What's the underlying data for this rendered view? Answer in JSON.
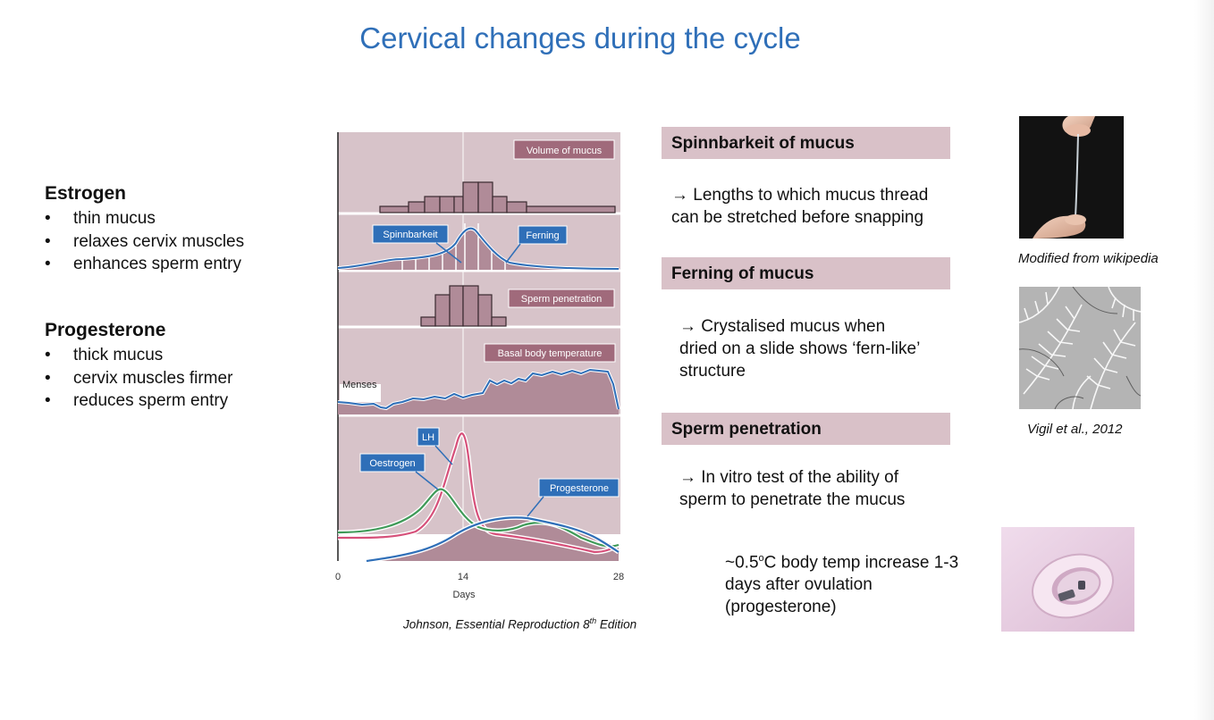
{
  "slide": {
    "title": "Cervical changes during the cycle"
  },
  "estrogen": {
    "heading": "Estrogen",
    "items": [
      "thin mucus",
      "relaxes cervix muscles",
      "enhances sperm entry"
    ]
  },
  "progesterone": {
    "heading": "Progesterone",
    "items": [
      "thick mucus",
      "cervix muscles firmer",
      "reduces sperm entry"
    ]
  },
  "figure": {
    "labels": {
      "volume": "Volume of mucus",
      "spinnbarkeit": "Spinnbarkeit",
      "ferning": "Ferning",
      "sperm": "Sperm penetration",
      "bbt": "Basal body temperature",
      "menses": "Menses",
      "lh": "LH",
      "oestrogen": "Oestrogen",
      "progesterone": "Progesterone"
    },
    "ticks": [
      "0",
      "14",
      "28"
    ],
    "xlabel": "Days",
    "caption_pre": "Johnson, Essential Reproduction 8",
    "caption_sup": "th",
    "caption_post": " Edition"
  },
  "sections": {
    "spinn": {
      "heading": "Spinnbarkeit of mucus",
      "line1": "→ Lengths to which mucus thread",
      "line2": "can be stretched before snapping"
    },
    "fern": {
      "heading": "Ferning of mucus",
      "line1": "→ Crystalised mucus when",
      "line2": "dried on a slide shows ‘fern-like’",
      "line3": "structure"
    },
    "sperm": {
      "heading": "Sperm penetration",
      "line1": "→ In vitro test of the ability of",
      "line2": "sperm to penetrate the mucus"
    }
  },
  "temp_note": {
    "line1_pre": "~0.5",
    "line1_sup": "o",
    "line1_post": "C body temp increase 1-3",
    "line2": "days after ovulation",
    "line3": "(progesterone)"
  },
  "photo_captions": {
    "wiki": "Modified from wikipedia",
    "vigil": "Vigil et al., 2012"
  }
}
